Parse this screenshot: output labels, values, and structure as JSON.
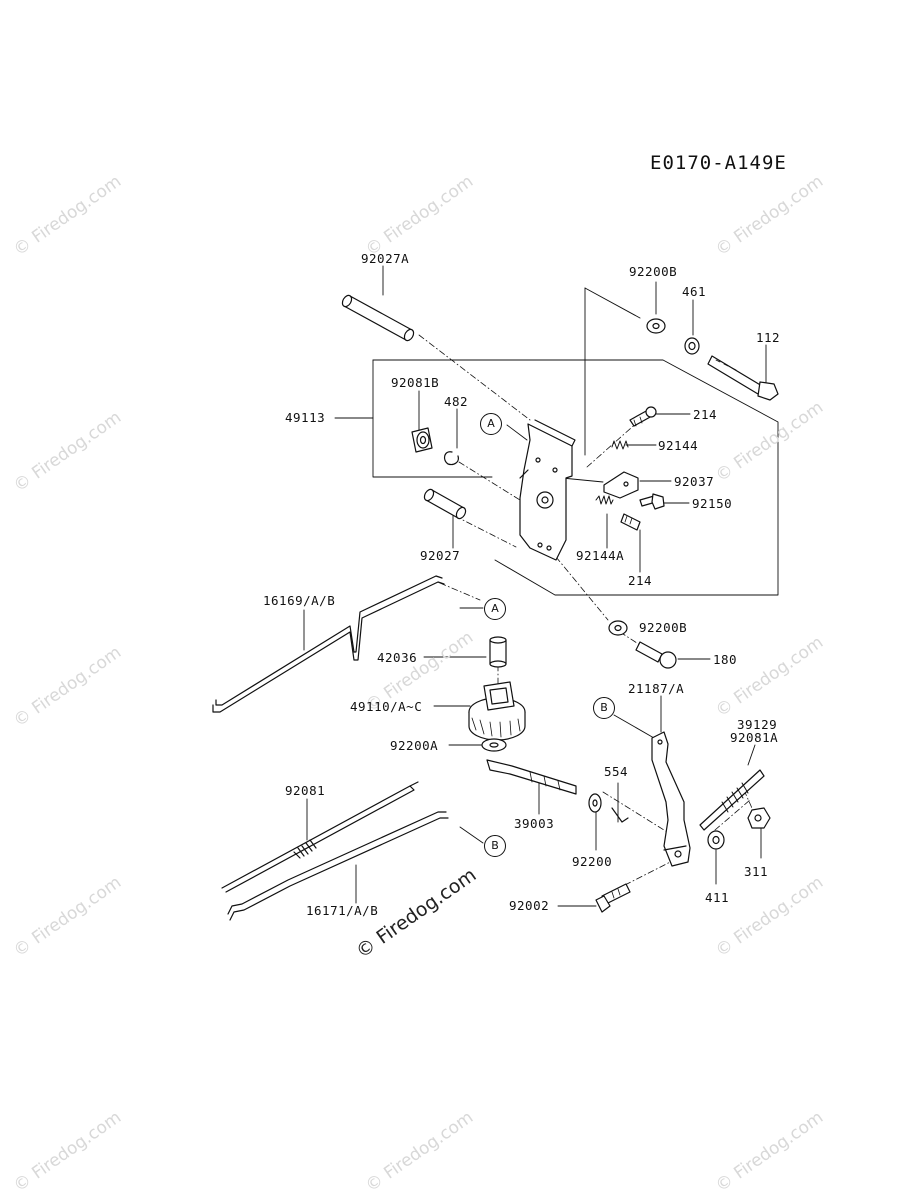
{
  "diagram_code": "E0170-A149E",
  "watermark": "© Firedog.com",
  "callouts": {
    "a": "A",
    "b": "B"
  },
  "parts": {
    "p92027A": "92027A",
    "p92200B_top": "92200B",
    "p461": "461",
    "p112": "112",
    "p92081B": "92081B",
    "p482": "482",
    "p49113": "49113",
    "p214_top": "214",
    "p92144": "92144",
    "p92037": "92037",
    "p92150": "92150",
    "p92027": "92027",
    "p92144A": "92144A",
    "p214_bottom": "214",
    "p16169": "16169/A/B",
    "p92200B_mid": "92200B",
    "p42036": "42036",
    "p180": "180",
    "p49110": "49110/A~C",
    "p21187": "21187/A",
    "p39129": "39129",
    "p92081A": "92081A",
    "p92200A": "92200A",
    "p554": "554",
    "p92081": "92081",
    "p39003": "39003",
    "p92200": "92200",
    "p311": "311",
    "p411": "411",
    "p92002": "92002",
    "p16171": "16171/A/B"
  }
}
